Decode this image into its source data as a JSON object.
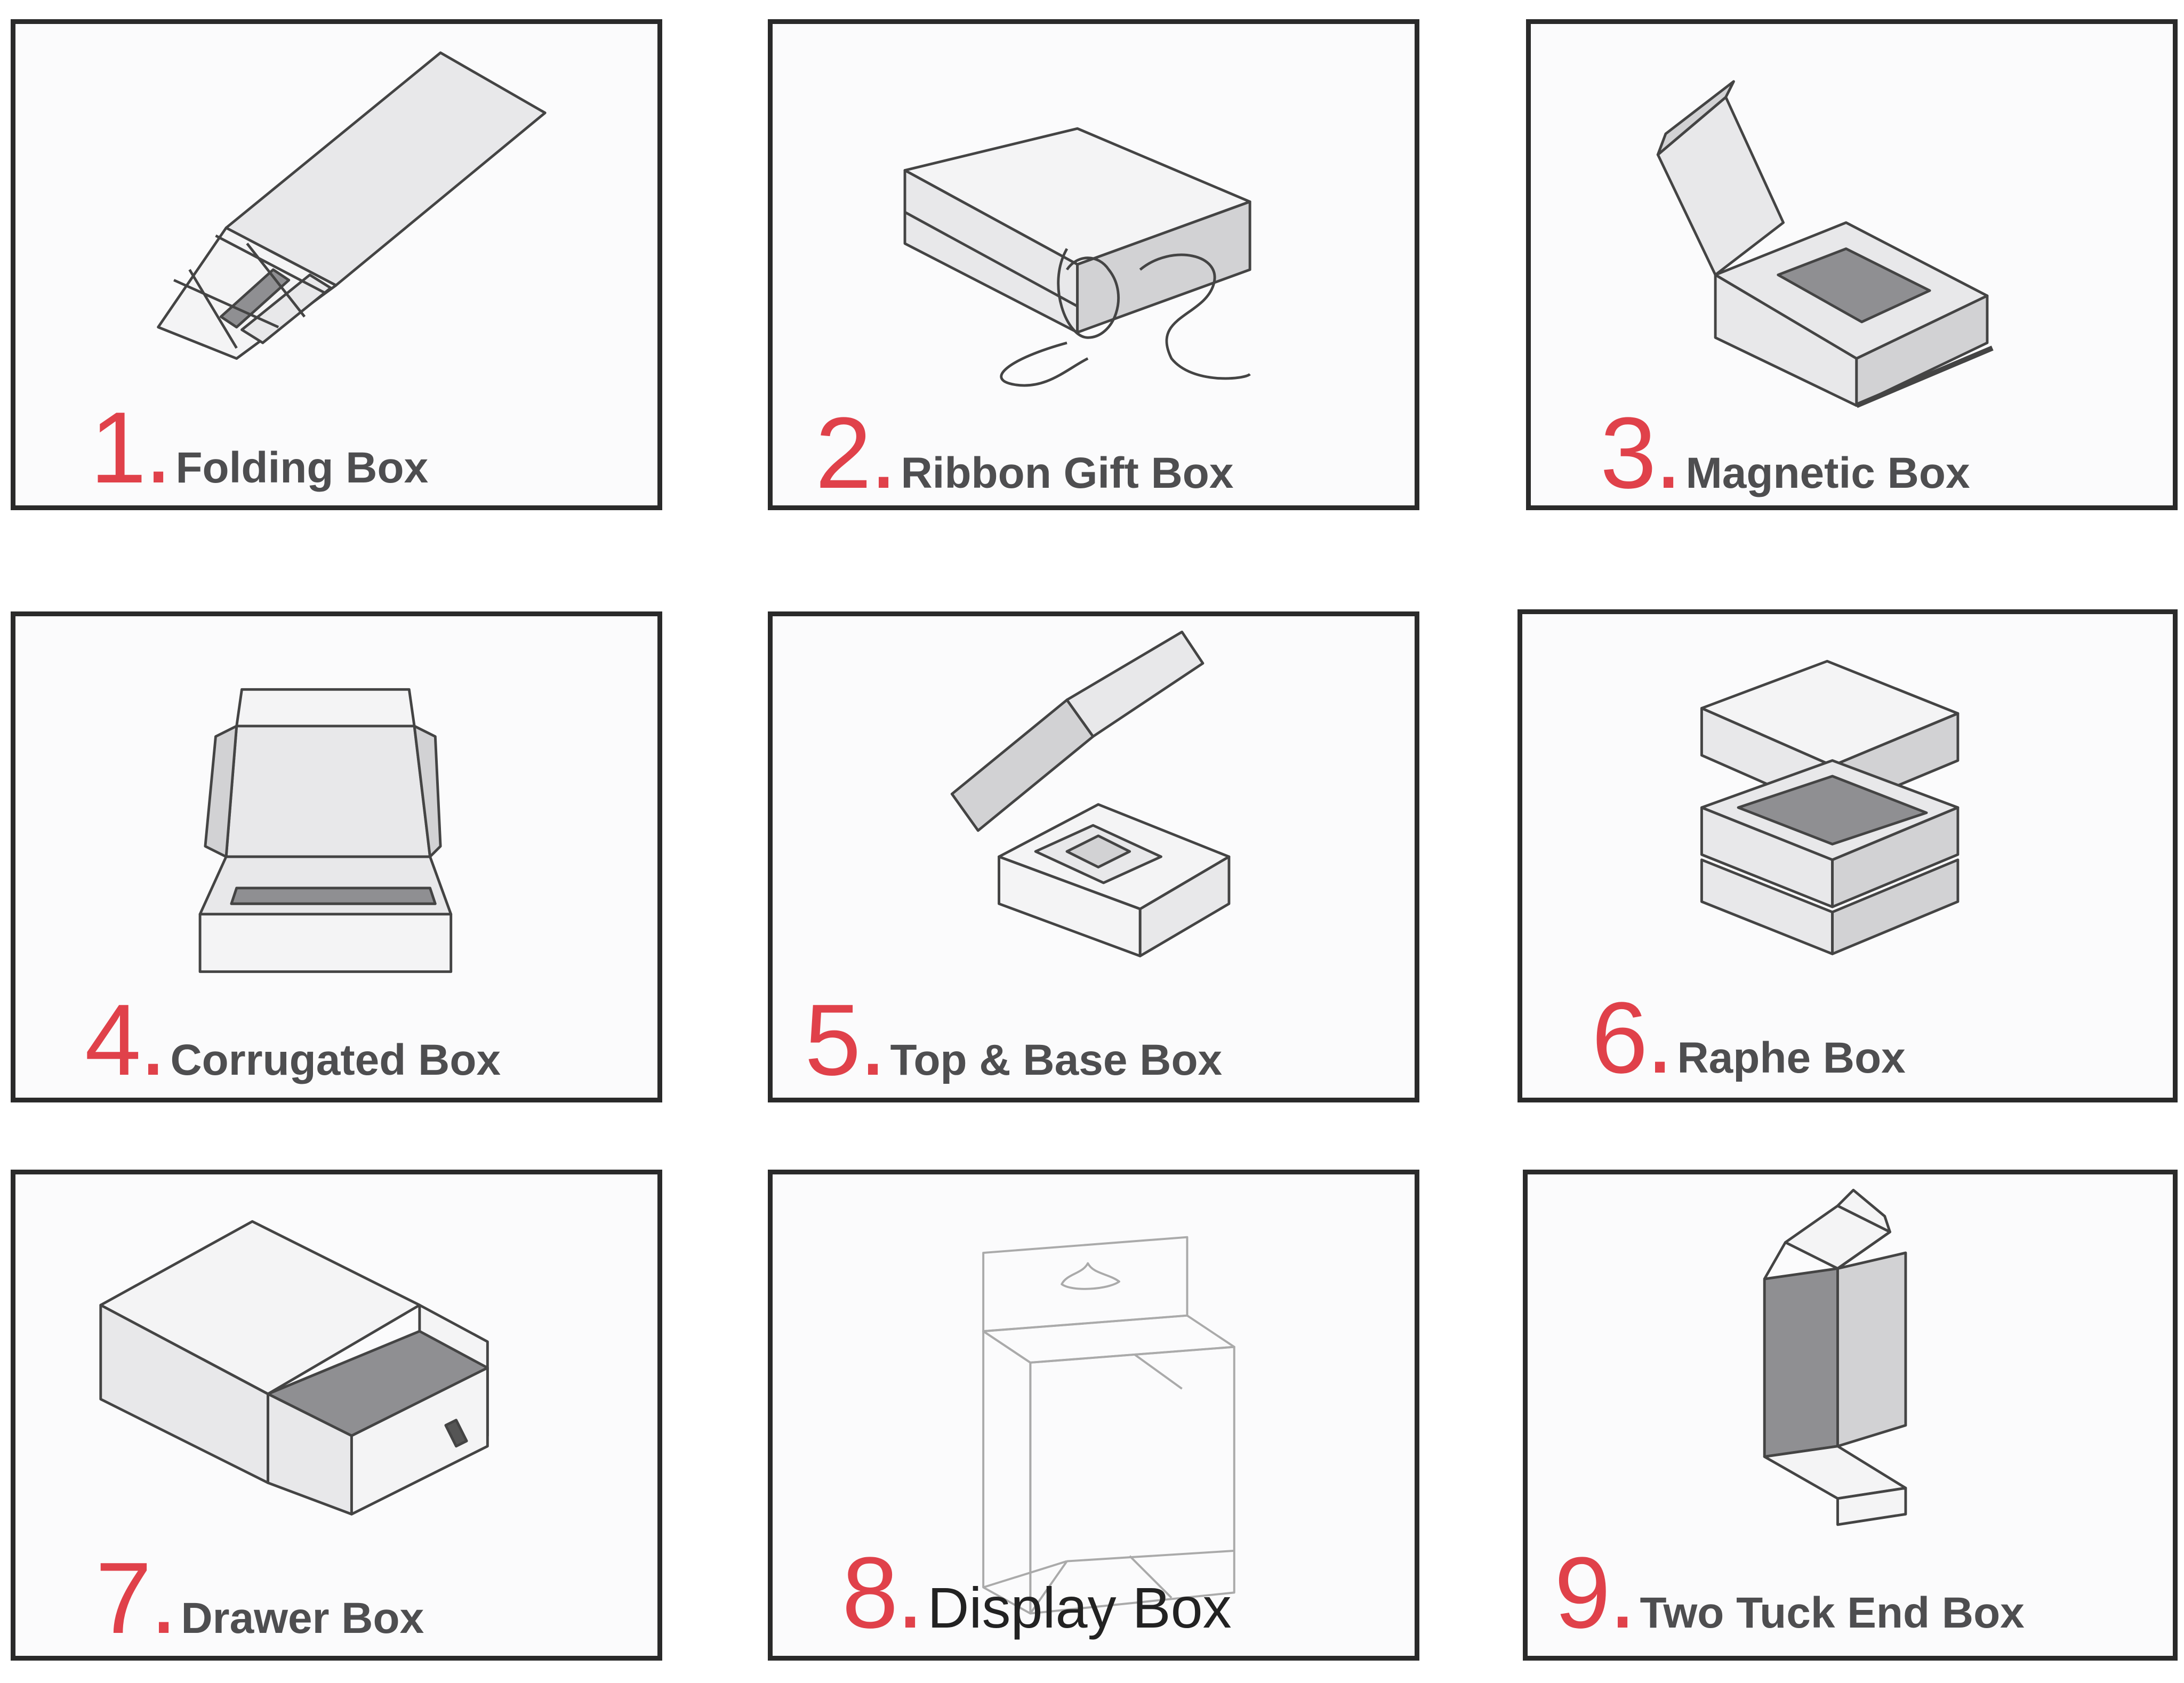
{
  "accent_color": "#e0414a",
  "label_color": "#4e4e50",
  "boxes": [
    {
      "number": "1.",
      "label": "Folding Box",
      "icon": "folding-box-icon"
    },
    {
      "number": "2.",
      "label": "Ribbon Gift Box",
      "icon": "ribbon-gift-box-icon"
    },
    {
      "number": "3.",
      "label": "Magnetic Box",
      "icon": "magnetic-box-icon"
    },
    {
      "number": "4.",
      "label": "Corrugated Box",
      "icon": "corrugated-box-icon"
    },
    {
      "number": "5.",
      "label": "Top & Base Box",
      "icon": "top-base-box-icon"
    },
    {
      "number": "6.",
      "label": "Raphe Box",
      "icon": "raphe-box-icon"
    },
    {
      "number": "7.",
      "label": "Drawer Box",
      "icon": "drawer-box-icon"
    },
    {
      "number": "8.",
      "label": "Display Box",
      "icon": "display-box-icon"
    },
    {
      "number": "9.",
      "label": "Two Tuck End Box",
      "icon": "two-tuck-end-box-icon"
    }
  ]
}
